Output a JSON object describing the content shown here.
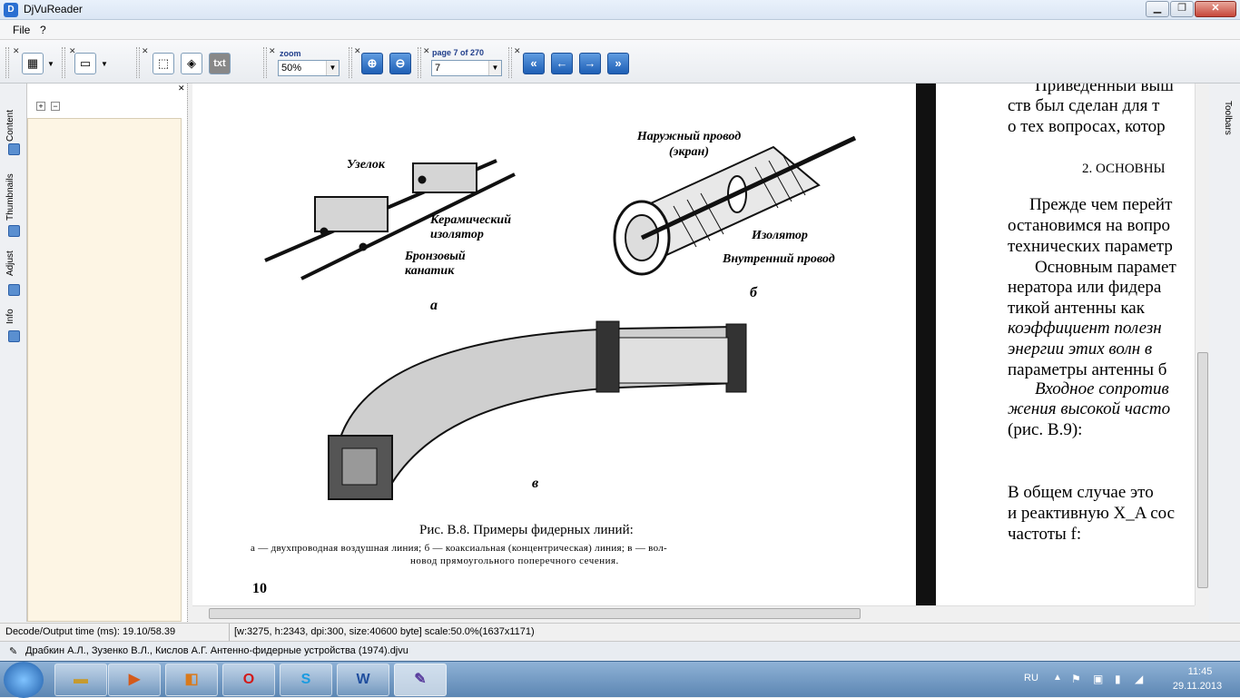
{
  "window": {
    "title": "DjVuReader",
    "app_icon": "djvu-icon"
  },
  "menu": {
    "items": [
      "File",
      "?"
    ]
  },
  "toolbar": {
    "zoom_label": "zoom",
    "zoom_value": "50%",
    "page_label": "page 7 of 270",
    "page_value": "7",
    "txt_label": "txt",
    "zoom_in_icon": "⊕",
    "zoom_out_icon": "⊖",
    "first_icon": "«",
    "prev_icon": "←",
    "next_icon": "→",
    "last_icon": "»"
  },
  "left_tabs": [
    "Content",
    "Thumbnails",
    "Adjust",
    "Info"
  ],
  "right_tab": "Toolbars",
  "page_left": {
    "label_uzelok": "Узелок",
    "label_ceramic": "Керамический изолятор",
    "label_bronze": "Бронзовый канатик",
    "label_outer": "Наружный провод (экран)",
    "label_insulator": "Изолятор",
    "label_inner": "Внутренний провод",
    "label_a": "а",
    "label_b": "б",
    "label_v": "в",
    "caption_title": "Рис. В.8. Примеры фидерных линий:",
    "caption_line1": "а — двухпроводная воздушная линия; б — коаксиальная (концентрическая) линия; в — вол-",
    "caption_line2": "новод прямоугольного поперечного сечения.",
    "page_number": "10"
  },
  "page_right": {
    "lines": [
      "Приведенный выш",
      "ств был сделан для т",
      "о тех вопросах, котор",
      "2. ОСНОВНЫ",
      "Прежде чем перейт",
      "остановимся на вопро",
      "технических параметр",
      "Основным парамет",
      "нератора или фидера",
      "тикой антенны как",
      "коэффициент полезн",
      "энергии этих волн в",
      "параметры антенны б",
      "Входное сопротив",
      "жения высокой часто",
      "(рис. В.9):",
      "В общем случае это",
      "и реактивную X_A сос",
      "частоты f:"
    ]
  },
  "status": {
    "decode_time": "Decode/Output time (ms): 19.10/58.39",
    "image_info": "[w:3275, h:2343, dpi:300, size:40600 byte] scale:50.0%(1637x1171)",
    "document": "Драбкин А.Л., Зузенко В.Л., Кислов А.Г. Антенно-фидерные устройства (1974).djvu"
  },
  "taskbar": {
    "language": "RU",
    "time": "11:45",
    "date": "29.11.2013"
  }
}
